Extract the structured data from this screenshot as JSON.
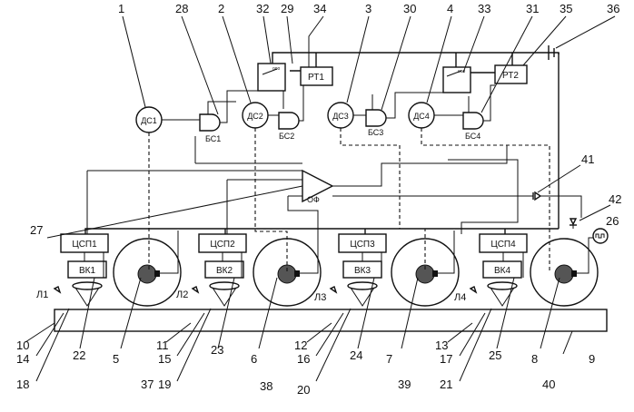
{
  "numbers": {
    "n1": "1",
    "n2": "2",
    "n3": "3",
    "n4": "4",
    "n5": "5",
    "n6": "6",
    "n7": "7",
    "n8": "8",
    "n9": "9",
    "n10": "10",
    "n11": "11",
    "n12": "12",
    "n13": "13",
    "n14": "14",
    "n15": "15",
    "n16": "16",
    "n17": "17",
    "n18": "18",
    "n19": "19",
    "n20": "20",
    "n21": "21",
    "n22": "22",
    "n23": "23",
    "n24": "24",
    "n25": "25",
    "n26": "26",
    "n27": "27",
    "n28": "28",
    "n29": "29",
    "n30": "30",
    "n31": "31",
    "n32": "32",
    "n33": "33",
    "n34": "34",
    "n35": "35",
    "n36": "36",
    "n37": "37",
    "n38": "38",
    "n39": "39",
    "n40": "40",
    "n41": "41",
    "n42": "42"
  },
  "blocks": {
    "ds1": "ДС1",
    "ds2": "ДС2",
    "ds3": "ДС3",
    "ds4": "ДС4",
    "bs1": "БС1",
    "bs2": "БС2",
    "bs3": "БС3",
    "bs4": "БС4",
    "rt1": "РТ1",
    "rt2": "РТ2",
    "tsp1": "ЦСП1",
    "tsp2": "ЦСП2",
    "tsp3": "ЦСП3",
    "tsp4": "ЦСП4",
    "vk1": "ВК1",
    "vk2": "ВК2",
    "vk3": "ВК3",
    "vk4": "ВК4",
    "of": "ОФ",
    "l1": "Л1",
    "l2": "Л2",
    "l3": "Л3",
    "l4": "Л4"
  }
}
